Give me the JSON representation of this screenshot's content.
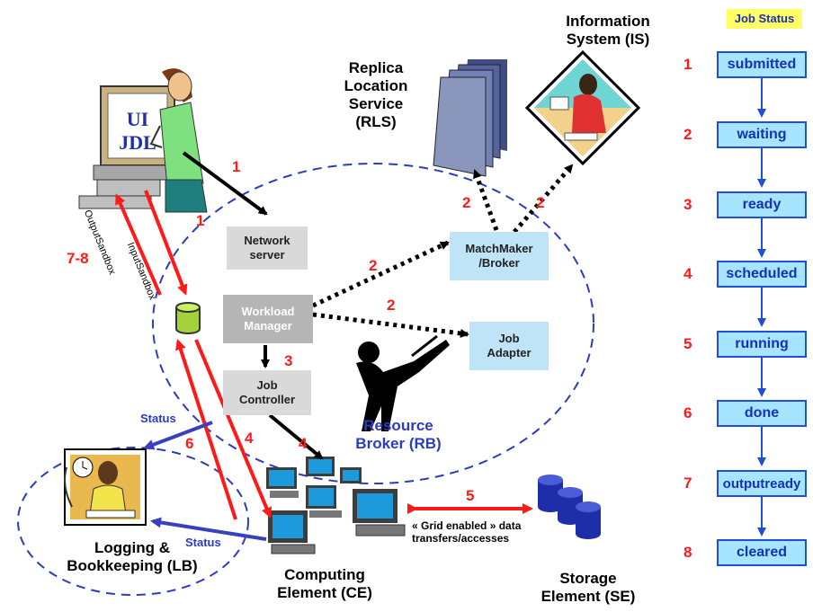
{
  "diagram": {
    "components": {
      "ui_jdl": [
        "UI",
        "JDL"
      ],
      "network_server": [
        "Network",
        "server"
      ],
      "workload_manager": [
        "Workload",
        "Manager"
      ],
      "job_controller": [
        "Job",
        "Controller"
      ],
      "matchmaker": [
        "MatchMaker",
        "/Broker"
      ],
      "job_adapter": [
        "Job",
        "Adapter"
      ],
      "resource_broker": [
        "Resource",
        "Broker (RB)"
      ],
      "rls": [
        "Replica",
        "Location",
        "Service",
        "(RLS)"
      ],
      "information_system": [
        "Information",
        "System (IS)"
      ],
      "logging": [
        "Logging &",
        "Bookkeeping (LB)"
      ],
      "computing_element": [
        "Computing",
        "Element (CE)"
      ],
      "storage_element": [
        "Storage",
        "Element (SE)"
      ]
    },
    "edge_labels": {
      "input_sandbox": "InputSandbox",
      "output_sandbox": "OutputSandbox",
      "status": "Status",
      "data_transfer": [
        "« Grid enabled » data",
        "transfers/accesses"
      ]
    },
    "step_numbers": {
      "ui_to_ns": "1",
      "sandbox_in": "1",
      "sandbox_out": "7-8",
      "wm_to_mm": "2",
      "wm_to_ja": "2",
      "mm_to_rls": "2",
      "mm_to_is": "2",
      "wm_to_jc": "3",
      "jc_to_ce": "4",
      "db_to_ce": "4",
      "ce_to_db": "6",
      "ce_to_se": "5"
    },
    "job_status": {
      "title": "Job Status",
      "numbers": [
        "1",
        "2",
        "3",
        "4",
        "5",
        "6",
        "7",
        "8"
      ],
      "states": [
        "submitted",
        "waiting",
        "ready",
        "scheduled",
        "running",
        "done",
        "outputready",
        "cleared"
      ]
    }
  },
  "colors": {
    "arrow_red": "#ff1a1a",
    "arrow_blue": "#3a3fbf",
    "dashed_blue": "#2a3cc0",
    "status_fill": "#a6e4ff",
    "status_border": "#1f4fd8",
    "title_fill": "#ffff66"
  }
}
